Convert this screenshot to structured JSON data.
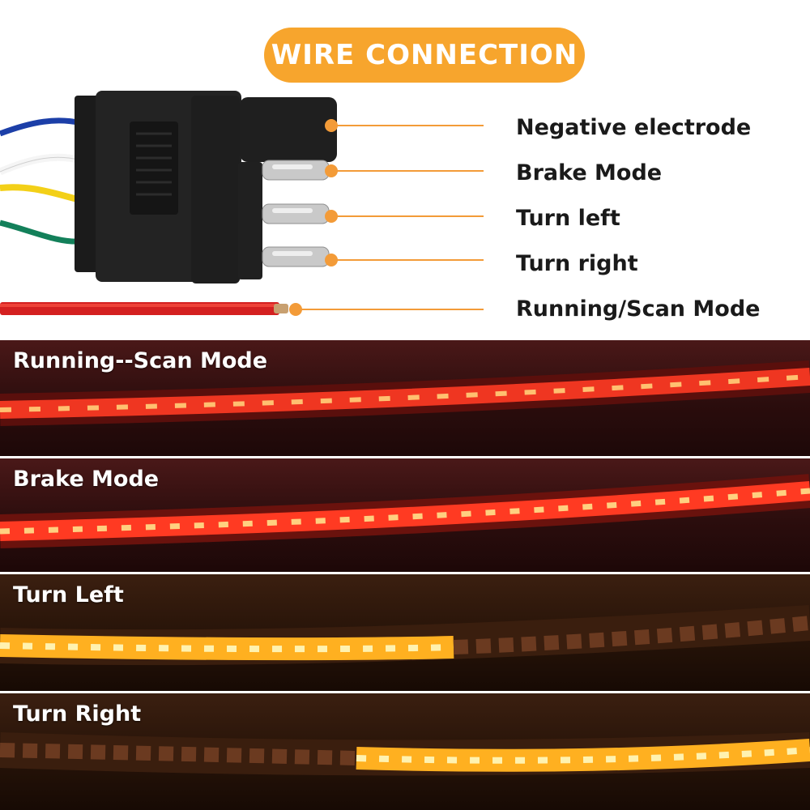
{
  "header": {
    "title": "WIRE CONNECTION"
  },
  "callouts": {
    "negative": "Negative electrode",
    "brake": "Brake Mode",
    "turn_left": "Turn left",
    "turn_right": "Turn right",
    "running": "Running/Scan Mode"
  },
  "panels": {
    "running": "Running--Scan Mode",
    "brake": "Brake Mode",
    "turn_left": "Turn Left",
    "turn_right": "Turn Right"
  },
  "colors": {
    "accent": "#f7a52d",
    "callout_line": "#f39b38",
    "led_red": "#ff2a1a",
    "led_amber": "#ffb020",
    "wire_red": "#d42020"
  }
}
